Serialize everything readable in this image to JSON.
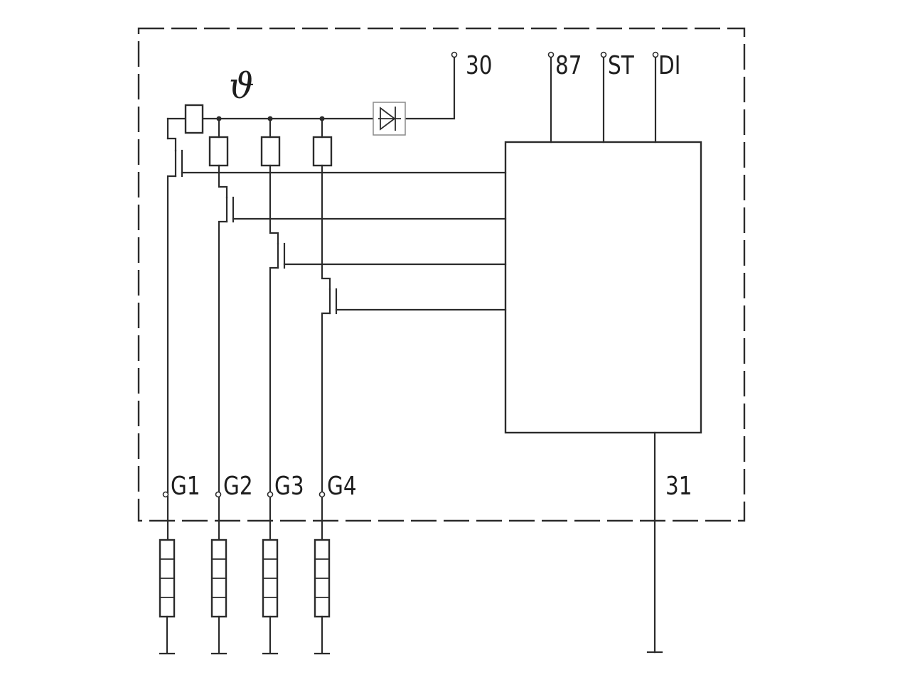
{
  "terminals": {
    "supply": "30",
    "relay": "87",
    "start": "ST",
    "di": "DI",
    "ground": "31"
  },
  "glow_plugs": [
    "G1",
    "G2",
    "G3",
    "G4"
  ],
  "temperature_symbol": "ϑ"
}
